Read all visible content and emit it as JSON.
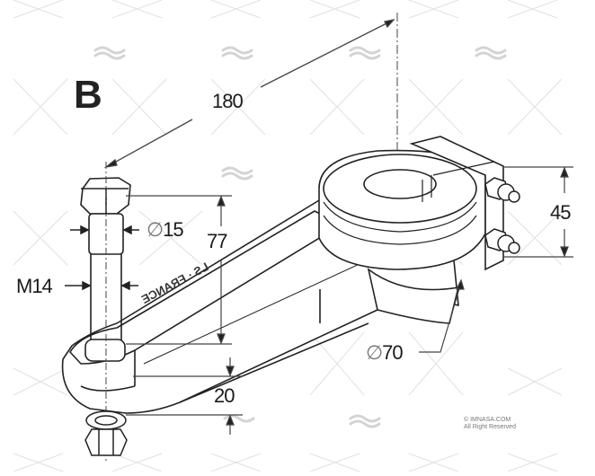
{
  "figure": {
    "variant_label": "B",
    "subject": "tiller arm with clamp and bolt",
    "stamp_text": "LS · FRANCE"
  },
  "dimensions": {
    "length": "180",
    "height_bolt": "77",
    "bolt_diameter_symbol": "∅",
    "bolt_diameter": "15",
    "thread": "M14",
    "clamp_height": "45",
    "arm_thickness": "20",
    "hub_diameter_symbol": "∅",
    "hub_diameter": "70"
  },
  "watermark": {
    "line1": "© IMNASA.COM",
    "line2": "All Right Reserved",
    "color": "#cccccc"
  },
  "colors": {
    "line": "#2a2a2a",
    "dim_line": "#555555",
    "background": "#ffffff"
  }
}
